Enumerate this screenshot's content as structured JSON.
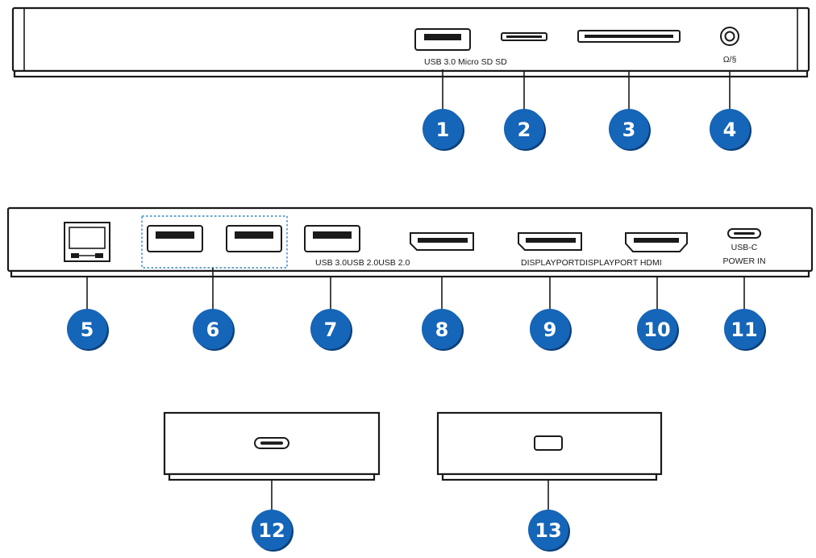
{
  "labels": {
    "front_port_labels": "USB 3.0 Micro SD SD",
    "audio_icon": "Ω/§",
    "rear_usb_labels": "USB 3.0USB 2.0USB 2.0",
    "display_labels": "DISPLAYPORTDISPLAYPORT HDMI",
    "usbc_line1": "USB-C",
    "usbc_line2": "POWER IN"
  },
  "callouts": [
    "1",
    "2",
    "3",
    "4",
    "5",
    "6",
    "7",
    "8",
    "9",
    "10",
    "11",
    "12",
    "13"
  ],
  "colors": {
    "badge": "#1565b8",
    "badge_shadow": "#0d3f78",
    "line": "#1a1a1a",
    "dotted_group": "#2e86c1"
  },
  "icons": {
    "ethernet": "ethernet-port-icon",
    "usb_a": "usb-a-port-icon",
    "micro_sd": "micro-sd-slot-icon",
    "sd": "sd-slot-icon",
    "audio": "audio-jack-icon",
    "displayport": "displayport-icon",
    "hdmi": "hdmi-port-icon",
    "usb_c": "usb-c-port-icon"
  }
}
